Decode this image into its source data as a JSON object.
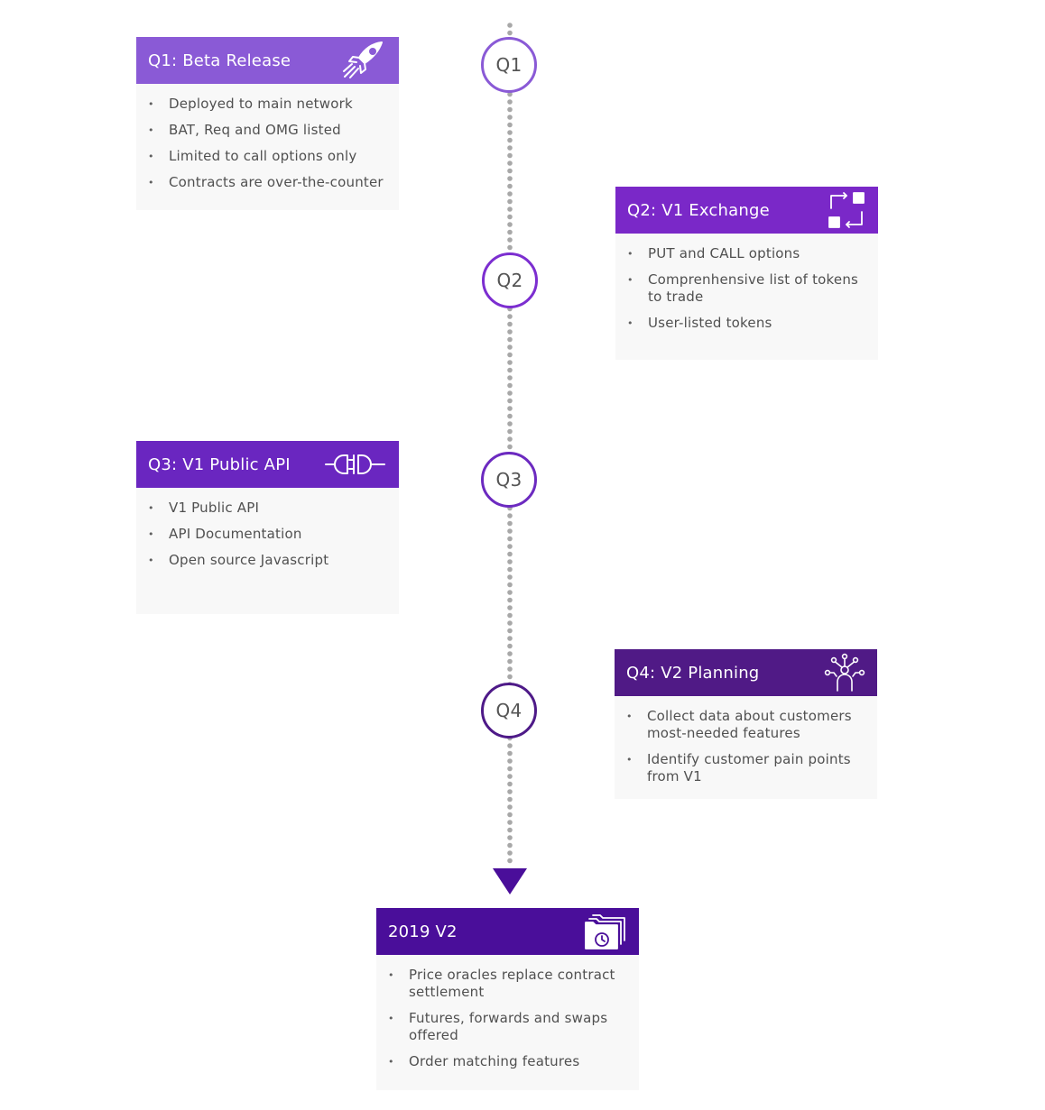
{
  "colors": {
    "dot_line": "#a8a8a8",
    "node_q1": "#8a5ad6",
    "node_q2": "#7c2ed0",
    "node_q3": "#6c2ac0",
    "node_q4": "#4e1a88",
    "arrow": "#4a0e9a",
    "card_body": "#f8f8f8"
  },
  "nodes": [
    {
      "label": "Q1"
    },
    {
      "label": "Q2"
    },
    {
      "label": "Q3"
    },
    {
      "label": "Q4"
    }
  ],
  "cards": [
    {
      "title": "Q1: Beta Release",
      "icon": "rocket-icon",
      "header_color": "#8a5ad6",
      "items": [
        "Deployed to main network",
        "BAT, Req and OMG listed",
        "Limited to call options only",
        "Contracts are over-the-counter"
      ]
    },
    {
      "title": "Q2: V1 Exchange",
      "icon": "exchange-icon",
      "header_color": "#7a28c8",
      "items": [
        "PUT and CALL options",
        "Comprenhensive list of tokens to trade",
        "User-listed tokens"
      ]
    },
    {
      "title": "Q3: V1 Public API",
      "icon": "plug-icon",
      "header_color": "#6a26c0",
      "items": [
        "V1 Public API",
        "API Documentation",
        "Open source Javascript"
      ]
    },
    {
      "title": "Q4: V2 Planning",
      "icon": "network-person-icon",
      "header_color": "#501a86",
      "items": [
        "Collect data about customers most-needed features",
        "Identify customer pain points from V1"
      ]
    },
    {
      "title": "2019 V2",
      "icon": "folder-clock-icon",
      "header_color": "#4a0e9a",
      "items": [
        "Price oracles replace contract settlement",
        "Futures, forwards and swaps offered",
        "Order matching features"
      ]
    }
  ]
}
